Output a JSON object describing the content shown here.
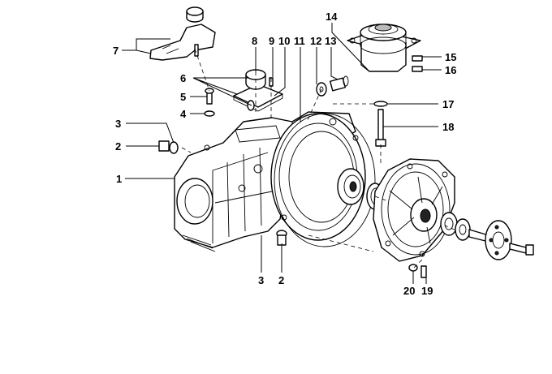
{
  "callouts": [
    "1",
    "2",
    "3",
    "4",
    "5",
    "6",
    "7",
    "8",
    "9",
    "10",
    "11",
    "12",
    "13",
    "14",
    "15",
    "16",
    "17",
    "18",
    "19",
    "20"
  ],
  "bottom_callouts": [
    "3",
    "2"
  ]
}
